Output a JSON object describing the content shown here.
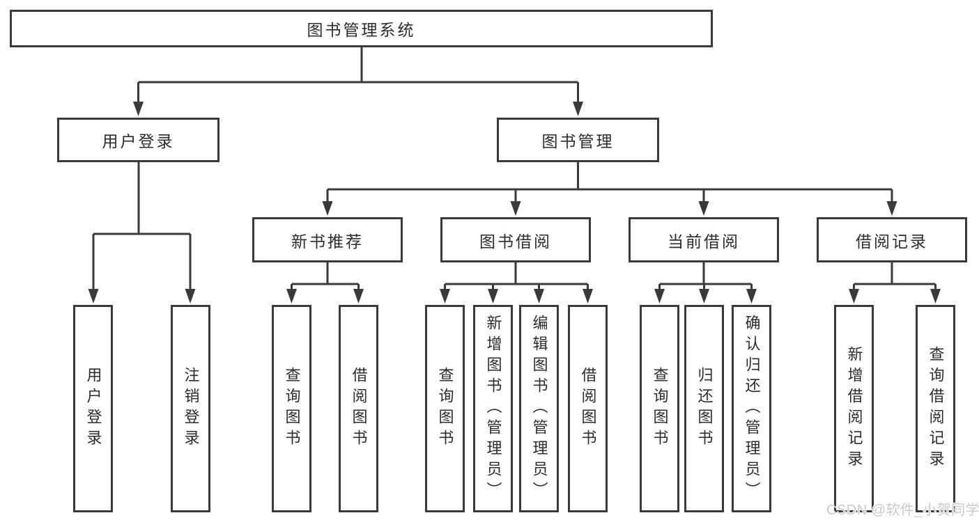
{
  "colors": {
    "line": "#3a3a3a",
    "box_border": "#3a3a3a",
    "box_background": "#ffffff",
    "text": "#2c2c2c",
    "watermark_text": "#c9c9c9",
    "page_background": "#ffffff"
  },
  "diagram": {
    "root": {
      "label": "图书管理系统"
    },
    "level2": [
      {
        "label": "用户登录",
        "children": [
          {
            "label": "用户登录"
          },
          {
            "label": "注销登录"
          }
        ]
      },
      {
        "label": "图书管理",
        "children": [
          {
            "label": "新书推荐",
            "children": [
              {
                "label": "查询图书"
              },
              {
                "label": "借阅图书"
              }
            ]
          },
          {
            "label": "图书借阅",
            "children": [
              {
                "label": "查询图书"
              },
              {
                "label": "新增图书（管理员）"
              },
              {
                "label": "编辑图书（管理员）"
              },
              {
                "label": "借阅图书"
              }
            ]
          },
          {
            "label": "当前借阅",
            "children": [
              {
                "label": "查询图书"
              },
              {
                "label": "归还图书"
              },
              {
                "label": "确认归还（管理员）"
              }
            ]
          },
          {
            "label": "借阅记录",
            "children": [
              {
                "label": "新增借阅记录"
              },
              {
                "label": "查询借阅记录"
              }
            ]
          }
        ]
      }
    ]
  },
  "watermark": {
    "text": "CSDN @软件_小贺同学"
  }
}
